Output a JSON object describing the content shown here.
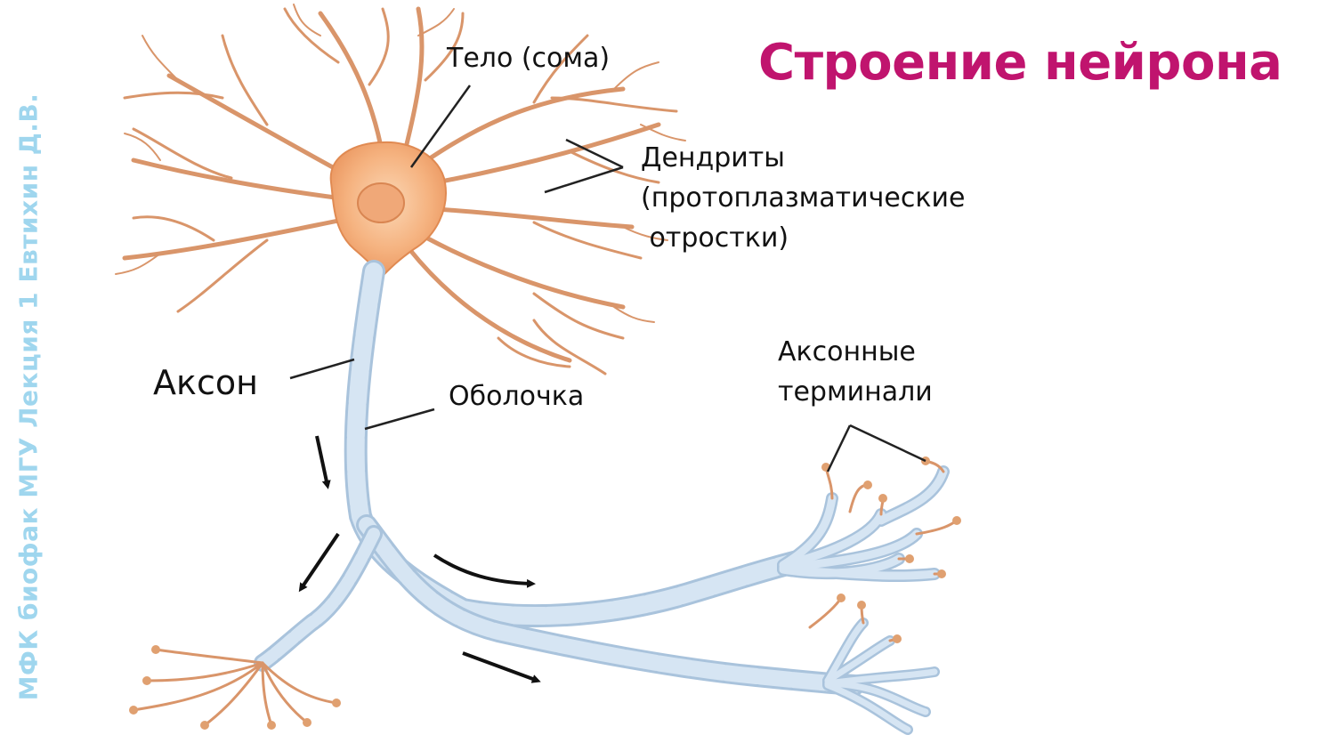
{
  "slide": {
    "title": "Строение нейрона",
    "watermark": "МФК биофак МГУ Лекция 1 Евтихин Д.В."
  },
  "labels": {
    "soma": "Тело (сома)",
    "dendrites_line1": "Дендриты",
    "dendrites_line2": "(протоплазматические",
    "dendrites_line3": " отростки)",
    "axon": "Аксон",
    "sheath": "Оболочка",
    "terminals_line1": "Аксонные",
    "terminals_line2": "терминали"
  },
  "colors": {
    "title": "#c0146e",
    "watermark": "#9fd6ee",
    "soma_fill": "#f6b98a",
    "dendrite": "#d9956a",
    "myelin": "#cfe0f0",
    "myelin_edge": "#a9c3dc",
    "arrow": "#111111"
  }
}
